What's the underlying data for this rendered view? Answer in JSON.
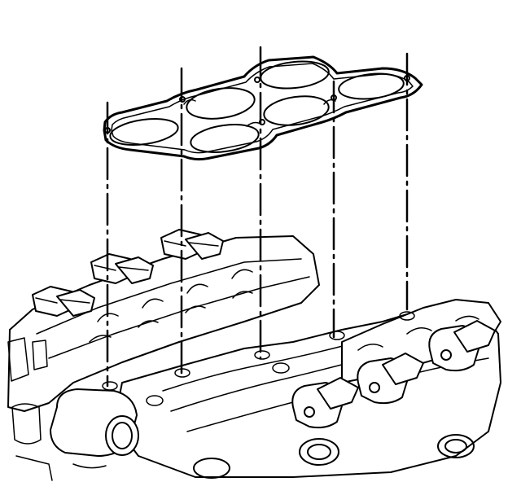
{
  "diagram": {
    "kind": "exploded-view line drawing",
    "parts": [
      {
        "id": "intake-manifold-gasket",
        "openings": 6
      },
      {
        "id": "engine-upper-assembly"
      },
      {
        "id": "ignition-coil",
        "count": 6
      }
    ],
    "alignment_guides": 5
  },
  "colors": {
    "line": "#000000",
    "background": "#ffffff"
  }
}
